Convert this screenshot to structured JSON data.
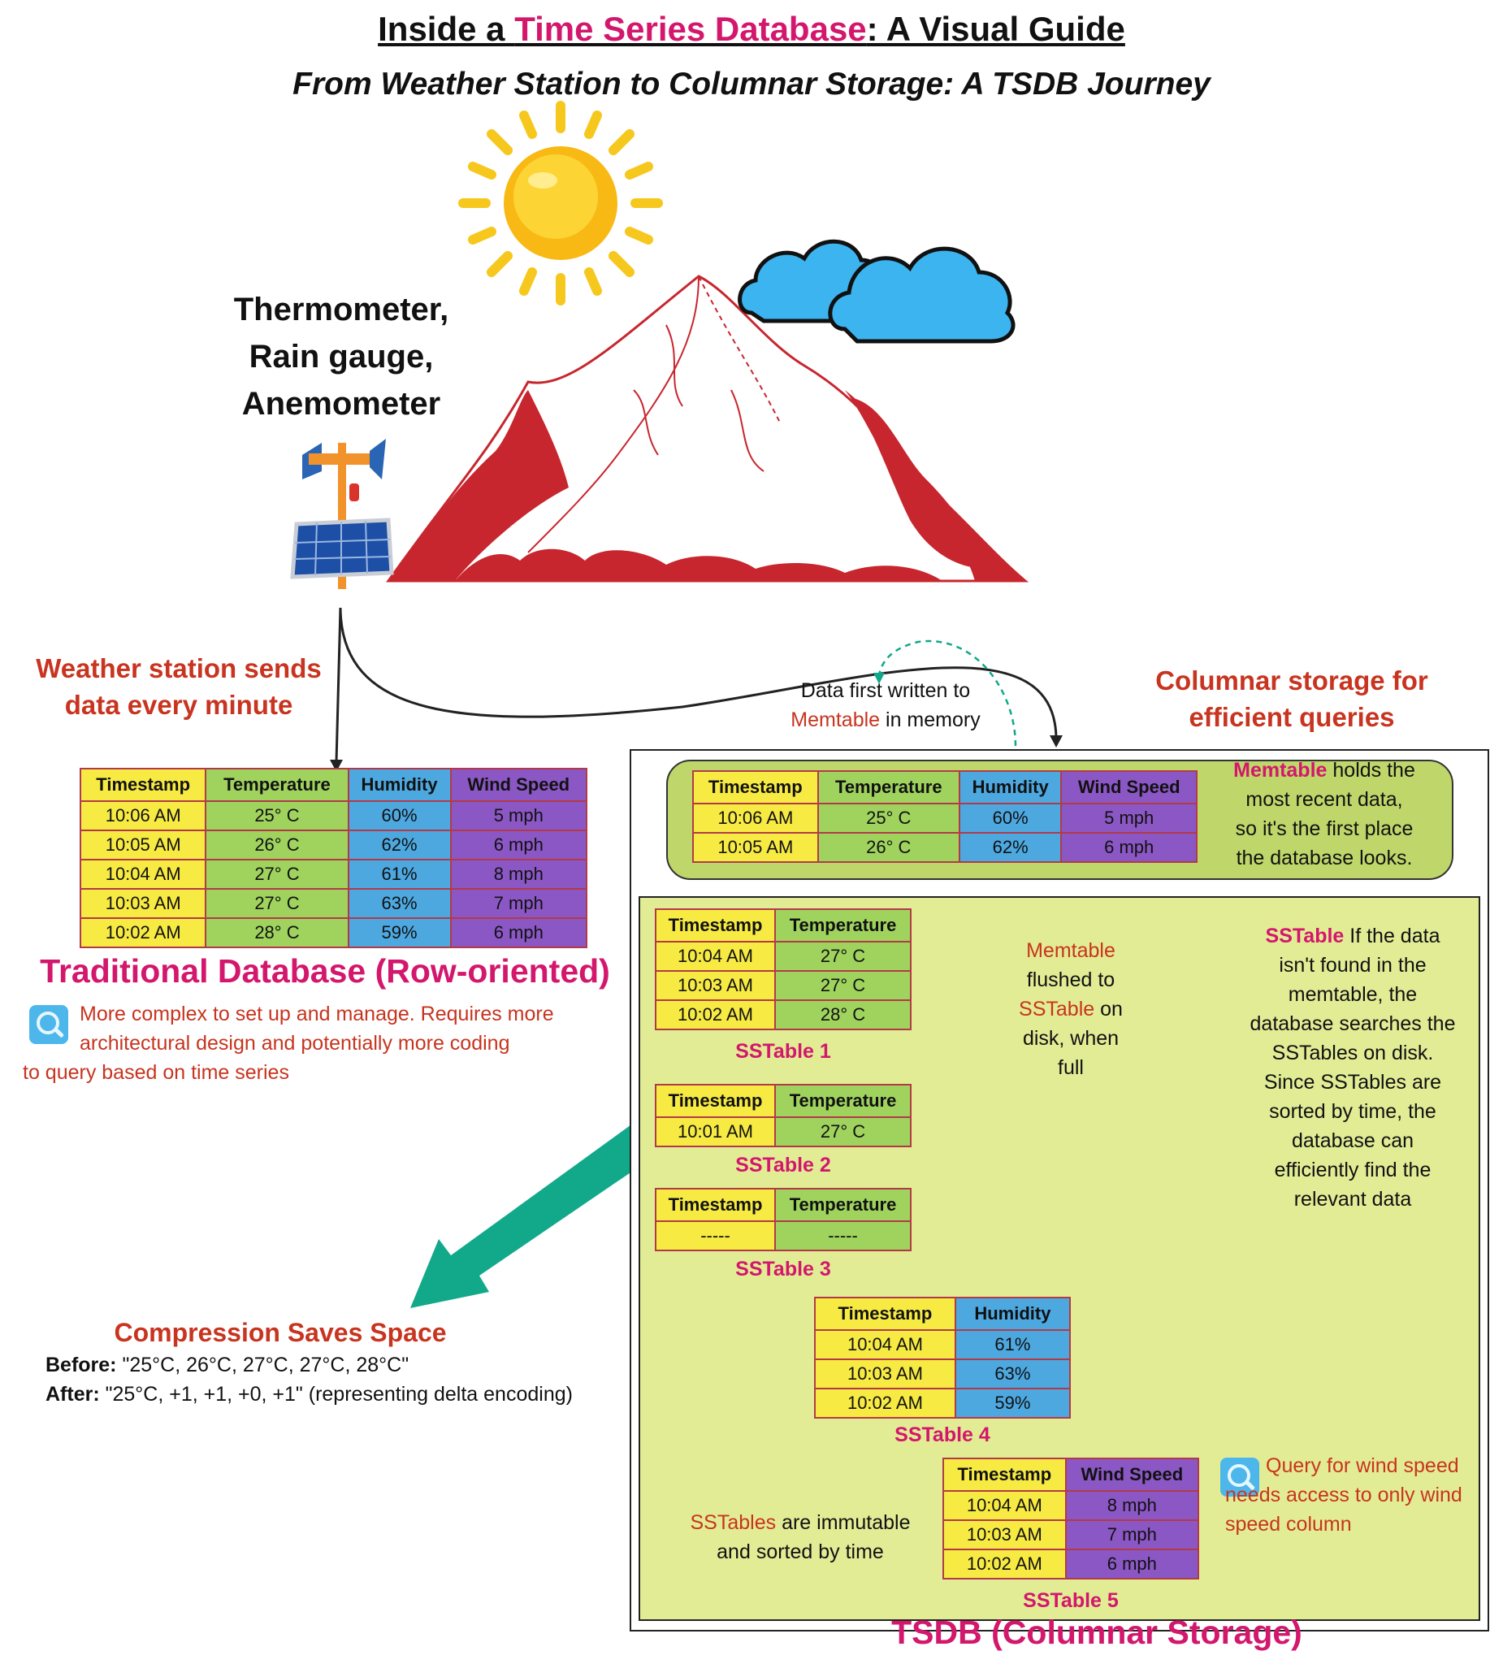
{
  "header": {
    "title_pre": "Inside a ",
    "title_accent": "Time Series Database",
    "title_post": ": A Visual Guide",
    "subtitle": "From Weather Station to Columnar Storage: A TSDB Journey"
  },
  "station": {
    "sensors_line1": "Thermometer,",
    "sensors_line2": "Rain gauge,",
    "sensors_line3": "Anemometer",
    "send_line1": "Weather station sends",
    "send_line2": "data every minute"
  },
  "traditional": {
    "headers": [
      "Timestamp",
      "Temperature",
      "Humidity",
      "Wind Speed"
    ],
    "rows": [
      [
        "10:06 AM",
        "25° C",
        "60%",
        "5 mph"
      ],
      [
        "10:05 AM",
        "26° C",
        "62%",
        "6 mph"
      ],
      [
        "10:04 AM",
        "27° C",
        "61%",
        "8 mph"
      ],
      [
        "10:03 AM",
        "27° C",
        "63%",
        "7 mph"
      ],
      [
        "10:02 AM",
        "28° C",
        "59%",
        "6 mph"
      ]
    ],
    "title": "Traditional Database (Row-oriented)",
    "note_line1": "More complex to set up and manage. Requires more",
    "note_line2": "architectural design and potentially more coding",
    "note_line3": "to query based on time series"
  },
  "compression": {
    "title": "Compression Saves Space",
    "before_label": "Before:",
    "before_text": " \"25°C, 26°C, 27°C, 27°C, 28°C\"",
    "after_label": "After:",
    "after_text": " \"25°C, +1, +1, +0, +1\" (representing delta encoding)"
  },
  "write_note": {
    "line1": "Data first written to",
    "memtable": "Memtable",
    "line2_rest": " in memory"
  },
  "columnar_label": {
    "line1": "Columnar storage for",
    "line2": "efficient queries"
  },
  "memtable": {
    "headers": [
      "Timestamp",
      "Temperature",
      "Humidity",
      "Wind Speed"
    ],
    "rows": [
      [
        "10:06 AM",
        "25° C",
        "60%",
        "5 mph"
      ],
      [
        "10:05 AM",
        "26° C",
        "62%",
        "6 mph"
      ]
    ],
    "note_bold": "Memtable",
    "note_line1_rest": " holds the",
    "note_line2": "most recent data,",
    "note_line3": "so it's the first place",
    "note_line4": "the database looks."
  },
  "flush_note": {
    "memtable": "Memtable",
    "line2": "flushed to",
    "sstable": "SSTable",
    "line3_rest": " on",
    "line4": "disk, when",
    "line5": "full"
  },
  "sstable_note": {
    "bold": "SSTable",
    "line1_rest": " If the data",
    "line2": "isn't found in the",
    "line3": "memtable, the",
    "line4": "database searches the",
    "line5": "SSTables on disk.",
    "line6": "Since SSTables are",
    "line7": "sorted by time, the",
    "line8": "database can",
    "line9": "efficiently find the",
    "line10": "relevant data"
  },
  "sstables": [
    {
      "caption": "SSTable 1",
      "headers": [
        "Timestamp",
        "Temperature"
      ],
      "rows": [
        [
          "10:04 AM",
          "27° C"
        ],
        [
          "10:03 AM",
          "27° C"
        ],
        [
          "10:02 AM",
          "28° C"
        ]
      ]
    },
    {
      "caption": "SSTable 2",
      "headers": [
        "Timestamp",
        "Temperature"
      ],
      "rows": [
        [
          "10:01 AM",
          "27° C"
        ]
      ]
    },
    {
      "caption": "SSTable 3",
      "headers": [
        "Timestamp",
        "Temperature"
      ],
      "rows": [
        [
          "-----",
          "-----"
        ]
      ]
    },
    {
      "caption": "SSTable 4",
      "headers": [
        "Timestamp",
        "Humidity"
      ],
      "rows": [
        [
          "10:04 AM",
          "61%"
        ],
        [
          "10:03 AM",
          "63%"
        ],
        [
          "10:02 AM",
          "59%"
        ]
      ]
    },
    {
      "caption": "SSTable 5",
      "headers": [
        "Timestamp",
        "Wind Speed"
      ],
      "rows": [
        [
          "10:04 AM",
          "8 mph"
        ],
        [
          "10:03 AM",
          "7 mph"
        ],
        [
          "10:02 AM",
          "6 mph"
        ]
      ]
    }
  ],
  "immutable_note": {
    "sstables": "SSTables",
    "line1_rest": " are immutable",
    "line2": "and sorted by time"
  },
  "query_note": {
    "line1": "Query for wind speed",
    "line2": "needs access to only wind",
    "line3": "speed column"
  },
  "tsdb_title": "TSDB (Columnar Storage)",
  "colors": {
    "accent_pink": "#d3176d",
    "accent_red": "#c8341f",
    "yellow": "#f7ea42",
    "green": "#9fd35e",
    "blue": "#4da8e0",
    "purple": "#8b57c4",
    "lime_bg": "#e2ec95",
    "teal_arrow": "#0fa88a"
  },
  "icons": [
    "sun-icon",
    "cloud-icon",
    "mountain-icon",
    "weather-station-icon",
    "magnifier-icon"
  ]
}
